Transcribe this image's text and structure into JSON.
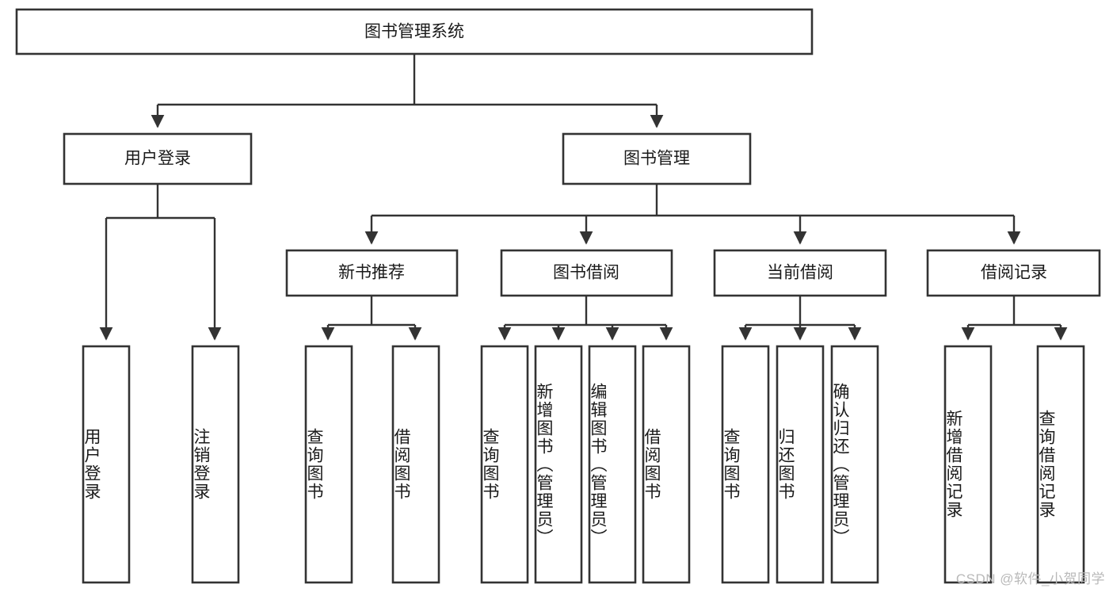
{
  "diagram": {
    "type": "tree-hierarchy-diagram",
    "title": "图书管理系统",
    "watermark": "CSDN @软件_小贺同学",
    "colors": {
      "box_fill": "#ffffff",
      "box_stroke": "#333333",
      "text": "#1a1a1a",
      "background": "#ffffff",
      "watermark": "#b9b9b9"
    },
    "root": {
      "id": "root",
      "label": "图书管理系统",
      "orientation": "horizontal"
    },
    "level2": [
      {
        "id": "user-login",
        "label": "用户登录",
        "orientation": "horizontal"
      },
      {
        "id": "book-management",
        "label": "图书管理",
        "orientation": "horizontal"
      }
    ],
    "level3": [
      {
        "id": "new-book-recommend",
        "label": "新书推荐",
        "orientation": "horizontal",
        "parent": "book-management"
      },
      {
        "id": "book-borrow",
        "label": "图书借阅",
        "orientation": "horizontal",
        "parent": "book-management"
      },
      {
        "id": "current-borrow",
        "label": "当前借阅",
        "orientation": "horizontal",
        "parent": "book-management"
      },
      {
        "id": "borrow-record",
        "label": "借阅记录",
        "orientation": "horizontal",
        "parent": "book-management"
      }
    ],
    "leaves": [
      {
        "id": "leaf-user-login",
        "label": "用户登录",
        "orientation": "vertical",
        "parent": "user-login"
      },
      {
        "id": "leaf-user-logout",
        "label": "注销登录",
        "orientation": "vertical",
        "parent": "user-login"
      },
      {
        "id": "leaf-query-book-1",
        "label": "查询图书",
        "orientation": "vertical",
        "parent": "new-book-recommend"
      },
      {
        "id": "leaf-borrow-book-1",
        "label": "借阅图书",
        "orientation": "vertical",
        "parent": "new-book-recommend"
      },
      {
        "id": "leaf-query-book-2",
        "label": "查询图书",
        "orientation": "vertical",
        "parent": "book-borrow"
      },
      {
        "id": "leaf-add-book",
        "label": "新增图书（管理员）",
        "orientation": "vertical",
        "parent": "book-borrow"
      },
      {
        "id": "leaf-edit-book",
        "label": "编辑图书（管理员）",
        "orientation": "vertical",
        "parent": "book-borrow"
      },
      {
        "id": "leaf-borrow-book-2",
        "label": "借阅图书",
        "orientation": "vertical",
        "parent": "book-borrow"
      },
      {
        "id": "leaf-query-book-3",
        "label": "查询图书",
        "orientation": "vertical",
        "parent": "current-borrow"
      },
      {
        "id": "leaf-return-book",
        "label": "归还图书",
        "orientation": "vertical",
        "parent": "current-borrow"
      },
      {
        "id": "leaf-confirm-return",
        "label": "确认归还（管理员）",
        "orientation": "vertical",
        "parent": "current-borrow"
      },
      {
        "id": "leaf-add-record",
        "label": "新增借阅记录",
        "orientation": "vertical",
        "parent": "borrow-record"
      },
      {
        "id": "leaf-query-record",
        "label": "查询借阅记录",
        "orientation": "vertical",
        "parent": "borrow-record"
      }
    ]
  }
}
